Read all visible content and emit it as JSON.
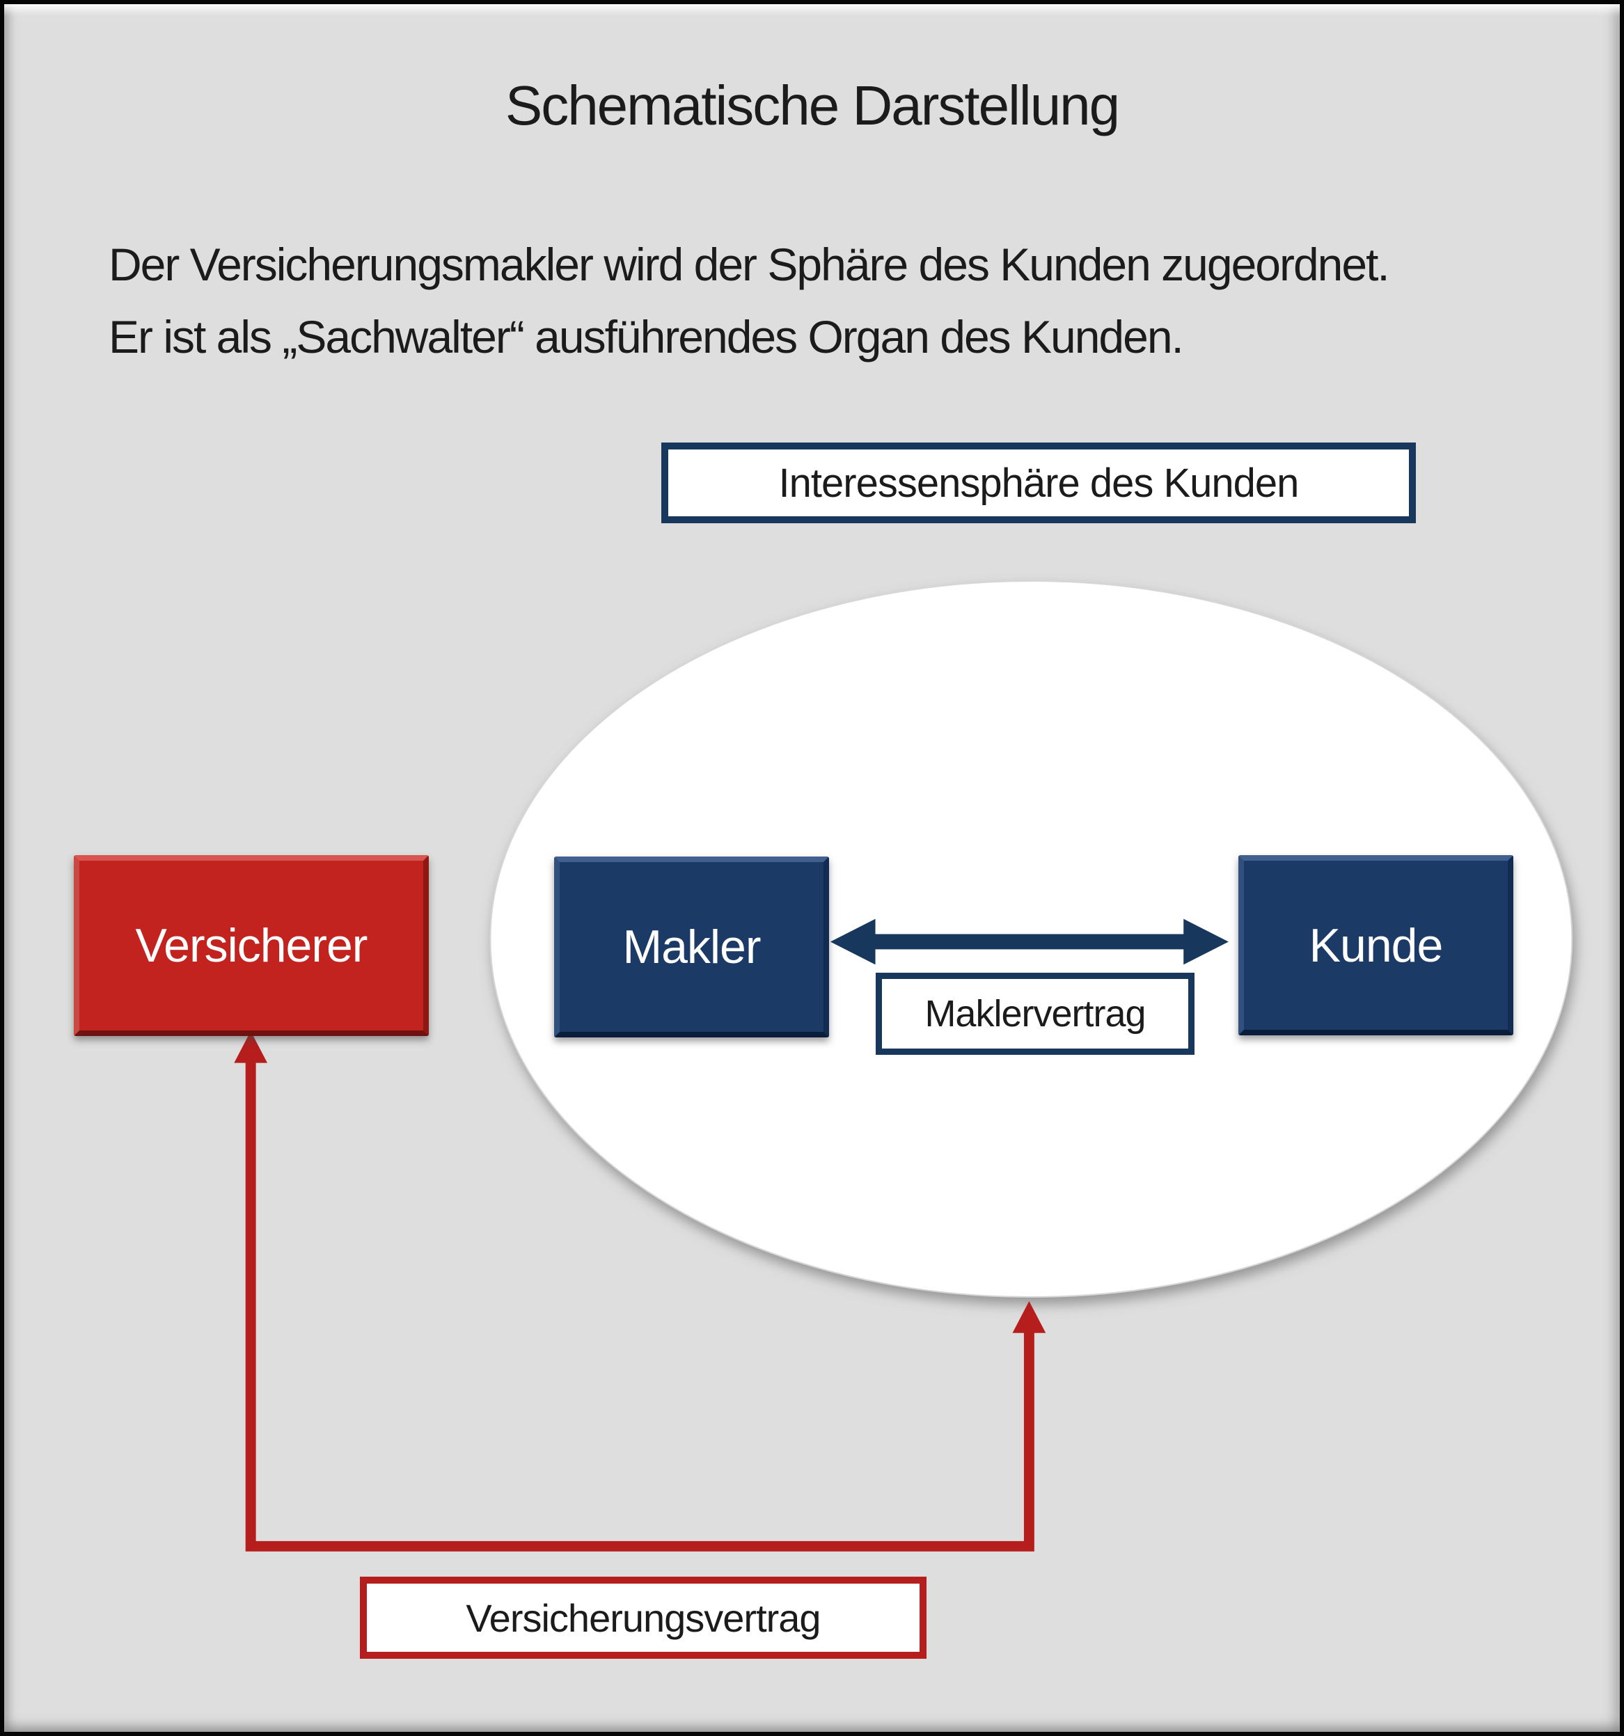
{
  "title": "Schematische Darstellung",
  "description": {
    "line1": "Der Versicherungsmakler wird der Sphäre des Kunden zugeordnet.",
    "line2": "Er ist als „Sachwalter“ ausführendes Organ des Kunden."
  },
  "labels": {
    "sphere": "Interessensphäre des Kunden",
    "insurer": "Versicherer",
    "broker": "Makler",
    "customer": "Kunde",
    "broker_contract": "Maklervertrag",
    "insurance_contract": "Versicherungsvertrag"
  },
  "colors": {
    "background": "#dedede",
    "navy": "#1c3a66",
    "navy_border": "#17375d",
    "red": "#c2231f",
    "red_line": "#b51e1c",
    "text": "#1b1b1b"
  }
}
